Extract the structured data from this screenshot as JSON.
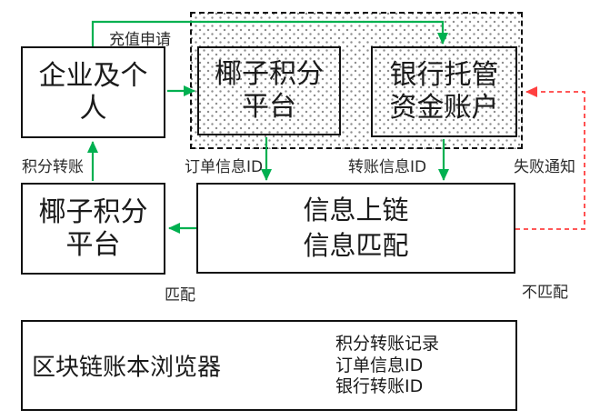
{
  "colors": {
    "green": "#00B050",
    "red": "#FF4040"
  },
  "nodes": {
    "enterprise": {
      "label": "企业及个人"
    },
    "coconut_top": {
      "label": "椰子积分平台"
    },
    "bank": {
      "label": "银行托管资金账户"
    },
    "coconut_mid": {
      "label": "椰子积分平台"
    },
    "match": {
      "line1": "信息上链",
      "line2": "信息匹配"
    },
    "ledger": {
      "title": "区块链账本浏览器",
      "items": [
        "积分转账记录",
        "订单信息ID",
        "银行转账ID"
      ]
    }
  },
  "edge_labels": {
    "recharge": "充值申请",
    "points_transfer": "积分转账",
    "order_id": "订单信息ID",
    "transfer_id": "转账信息ID",
    "fail_notice": "失败通知",
    "matched": "匹配",
    "not_matched": "不匹配"
  }
}
